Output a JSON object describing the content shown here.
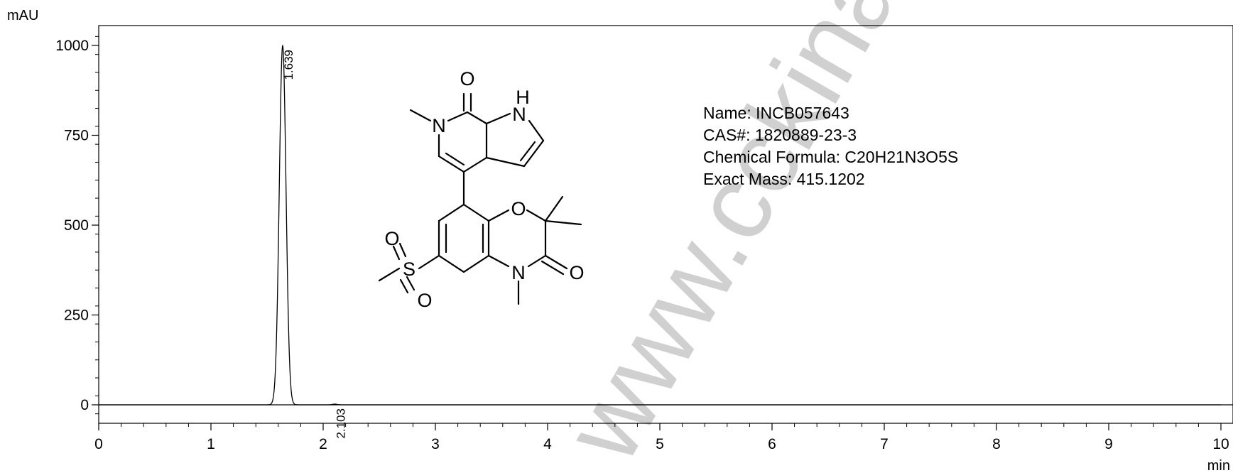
{
  "chart_data": {
    "type": "line",
    "y_unit": "mAU",
    "x_unit": "min",
    "xlim": [
      0,
      10
    ],
    "ylim": [
      -50,
      1040
    ],
    "x_ticks": [
      "0",
      "1",
      "2",
      "3",
      "4",
      "5",
      "6",
      "7",
      "8",
      "9",
      "10"
    ],
    "y_ticks": [
      "0",
      "250",
      "500",
      "750",
      "1000"
    ],
    "peaks": [
      {
        "label": "1.639",
        "rt": 1.639,
        "height": 1000,
        "width": 0.03
      },
      {
        "label": "2.103",
        "rt": 2.103,
        "height": 2,
        "width": 0.02
      }
    ],
    "grid": false,
    "legend": "none"
  },
  "compound_info": {
    "name": "Name: INCB057643",
    "cas": "CAS#: 1820889-23-3",
    "formula": "Chemical Formula: C20H21N3O5S",
    "mass": "Exact Mass: 415.1202"
  },
  "structure_atoms": {
    "o_top": "O",
    "nh_h": "H",
    "nh_n": "N",
    "n_pyridone": "N",
    "o_ring": "O",
    "s_sulfonyl": "S",
    "o_sulfonyl_1": "O",
    "o_sulfonyl_2": "O",
    "n_lactam": "N",
    "o_lactam": "O"
  },
  "watermark": "www.cckinase.com",
  "colors": {
    "line": "#000000",
    "watermark": "#c8c8c8",
    "background": "#ffffff"
  }
}
